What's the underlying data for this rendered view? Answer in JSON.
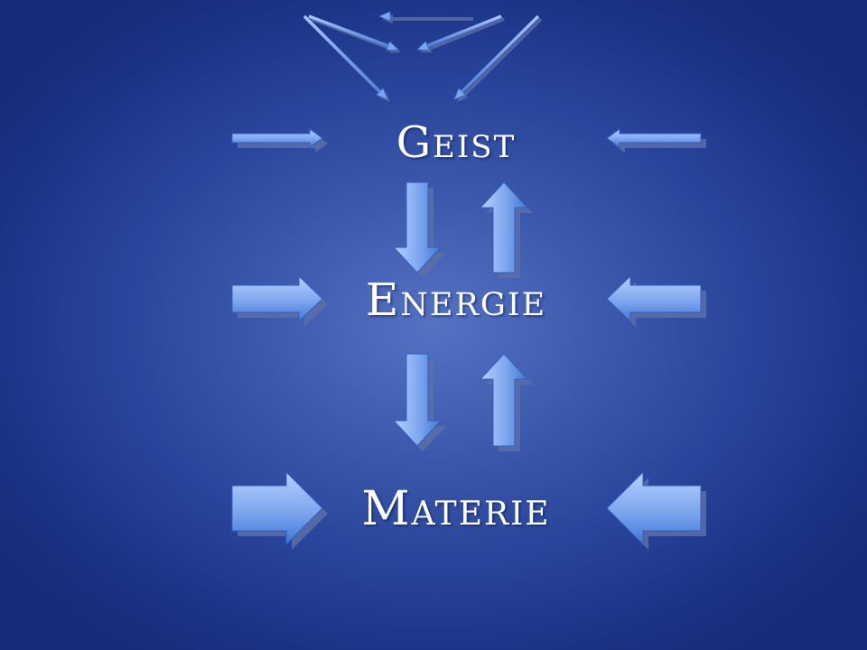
{
  "diagram": {
    "levels": [
      "Geist",
      "Energie",
      "Materie"
    ]
  },
  "colors": {
    "background_center": "#5472c2",
    "background_edge": "#172c78",
    "arrow_light": "#a7c6ff",
    "arrow_dark": "#3e74d4",
    "arrow_shadow": "#5c6fa8",
    "text": "#ffffff"
  },
  "icons": {
    "horizontal_arrows": "block-arrow-icon",
    "vertical_arrows": "block-arrow-icon",
    "top_thin_arrows": "line-arrow-icon"
  }
}
